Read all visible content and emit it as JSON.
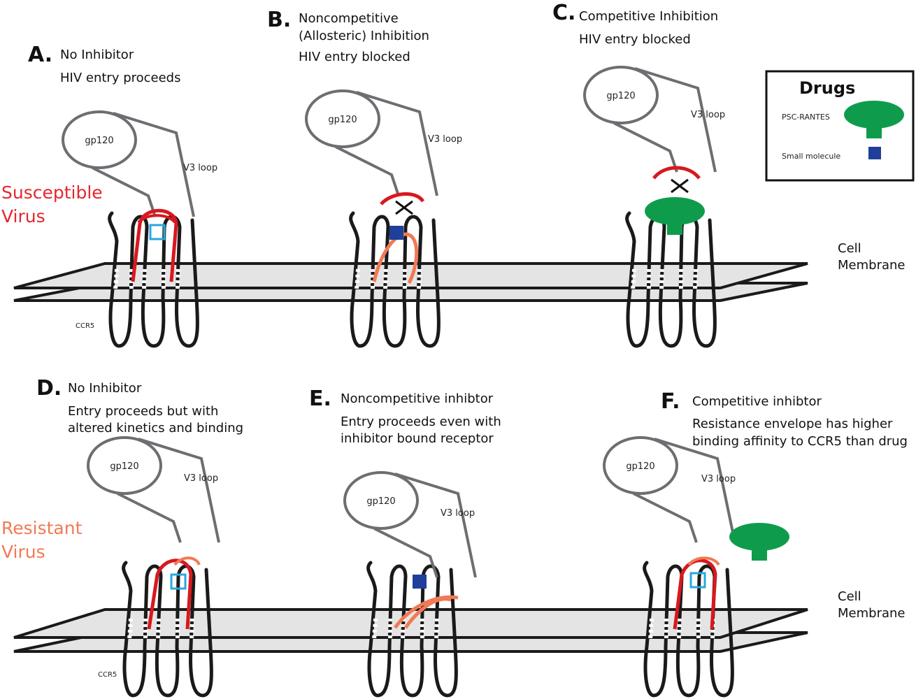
{
  "colors": {
    "loop_red": "#d7191f",
    "loop_orange": "#f07a55",
    "susceptible_red": "#e5262f",
    "resistant_orange": "#f07a55",
    "gp120_gray": "#6d6d72",
    "membrane_fill": "#e4e4e4",
    "psc_rantes_green": "#0e9c4c",
    "small_molecule_blue": "#1f3f9a",
    "pocket_cyan": "#27a8e0"
  },
  "row_labels": {
    "top": {
      "line1": "Susceptible",
      "line2": "Virus"
    },
    "bottom": {
      "line1": "Resistant",
      "line2": "Virus"
    }
  },
  "membrane_label": {
    "line1": "Cell",
    "line2": "Membrane"
  },
  "gp120_label": "gp120",
  "v3_label": "V3 loop",
  "ccr5_label": "CCR5",
  "drugs_legend": {
    "title": "Drugs",
    "items": [
      {
        "label": "PSC-RANTES",
        "icon": "psc-rantes-mushroom"
      },
      {
        "label": "Small molecule",
        "icon": "small-molecule-square"
      }
    ]
  },
  "panels": [
    {
      "letter": "A.",
      "line1": "No Inhibitor",
      "line2": "HIV entry proceeds"
    },
    {
      "letter": "B.",
      "line1": "Noncompetitive",
      "line2": "(Allosteric) Inhibition",
      "line3": "HIV entry blocked"
    },
    {
      "letter": "C.",
      "line1": "Competitive Inhibition",
      "line2": "HIV entry blocked"
    },
    {
      "letter": "D.",
      "line1": "No Inhibitor",
      "line2": "Entry proceeds but with",
      "line3": "altered kinetics and binding"
    },
    {
      "letter": "E.",
      "line1": "Noncompetitive inhibtor",
      "line2": "Entry proceeds even with",
      "line3": "inhibitor bound receptor"
    },
    {
      "letter": "F.",
      "line1": "Competitive inhibtor",
      "line2": "Resistance envelope has higher",
      "line3": "binding affinity to CCR5 than drug"
    }
  ]
}
